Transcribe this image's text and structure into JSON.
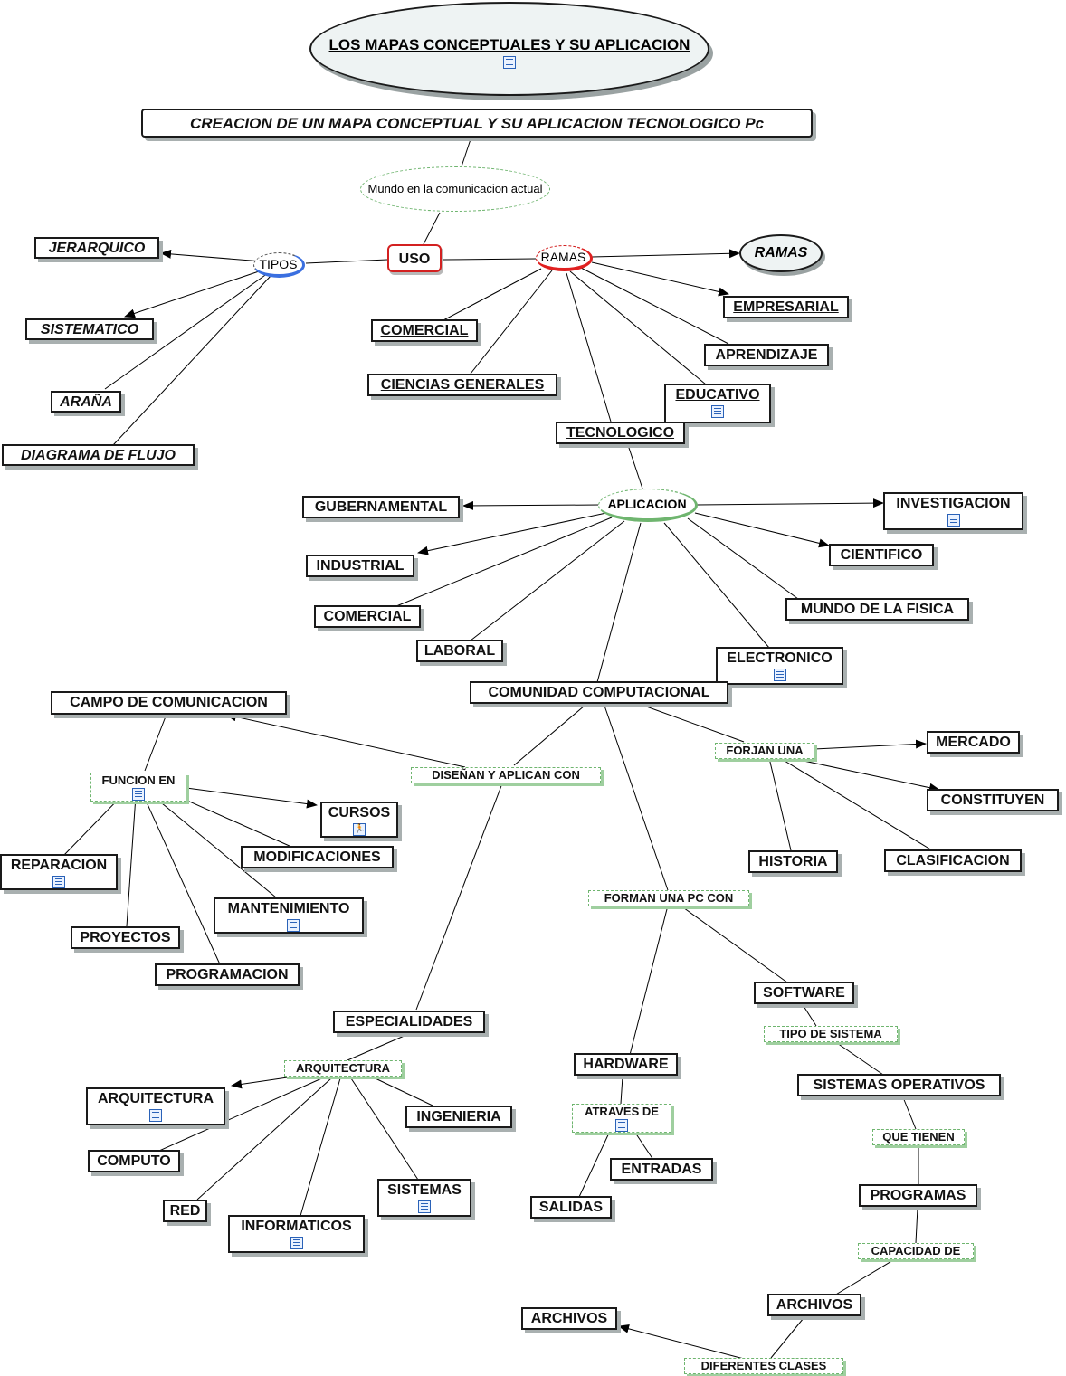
{
  "title": "LOS MAPAS CONCEPTUALES Y SU APLICACION",
  "subtitle": "CREACION DE UN MAPA CONCEPTUAL Y SU APLICACION TECNOLOGICO Pc",
  "intro_link": "Mundo en la comunicacion actual",
  "uso": {
    "label": "USO",
    "tipos": {
      "label": "TIPOS",
      "items": [
        "JERARQUICO",
        "SISTEMATICO",
        "ARAÑA",
        "DIAGRAMA DE FLUJO"
      ]
    },
    "ramas": {
      "label": "RAMAS",
      "target": "RAMAS",
      "items": [
        "EMPRESARIAL",
        "APRENDIZAJE",
        "EDUCATIVO",
        "COMERCIAL",
        "CIENCIAS GENERALES",
        "TECNOLOGICO"
      ]
    }
  },
  "aplicacion": {
    "label": "APLICACION",
    "items": [
      "GUBERNAMENTAL",
      "INVESTIGACION",
      "INDUSTRIAL",
      "CIENTIFICO",
      "COMERCIAL",
      "MUNDO DE LA FISICA",
      "LABORAL",
      "ELECTRONICO",
      "COMUNIDAD COMPUTACIONAL"
    ]
  },
  "comunidad": {
    "campo": "CAMPO DE COMUNICACION",
    "disenan_link": "DISEÑAN Y APLICAN CON",
    "forjan_link": "FORJAN UNA",
    "forjan_items": [
      "MERCADO",
      "CONSTITUYEN",
      "HISTORIA",
      "CLASIFICACION"
    ],
    "funcion_link": "FUNCION EN",
    "funcion_items": [
      "CURSOS",
      "MODIFICACIONES",
      "MANTENIMIENTO",
      "REPARACION",
      "PROYECTOS",
      "PROGRAMACION"
    ],
    "forman_link": "FORMAN UNA PC CON",
    "especialidades": "ESPECIALIDADES",
    "arquitectura_link": "ARQUITECTURA",
    "especialidades_items": [
      "ARQUITECTURA",
      "INGENIERIA",
      "COMPUTO",
      "RED",
      "INFORMATICOS",
      "SISTEMAS"
    ],
    "hardware": "HARDWARE",
    "atraves_link": "ATRAVES DE",
    "hardware_items": [
      "ENTRADAS",
      "SALIDAS"
    ],
    "software": "SOFTWARE",
    "tipo_sistema_link": "TIPO DE  SISTEMA",
    "sistemas_operativos": "SISTEMAS OPERATIVOS",
    "que_tienen_link": "QUE TIENEN",
    "programas": "PROGRAMAS",
    "capacidad_link": "CAPACIDAD DE",
    "archivos": "ARCHIVOS",
    "diferentes_link": "DIFERENTES CLASES",
    "archivos2": "ARCHIVOS"
  },
  "colors": {
    "node_border": "#1a1a1a",
    "node_shadow": "#a9b0b0",
    "link_border": "#6fb56f",
    "uso_border": "#d32020",
    "tipos_accent": "#3a6fe0",
    "ramas_accent": "#e02020",
    "aplicacion_accent": "#6fb56f",
    "icon_blue": "#2a62b8"
  }
}
